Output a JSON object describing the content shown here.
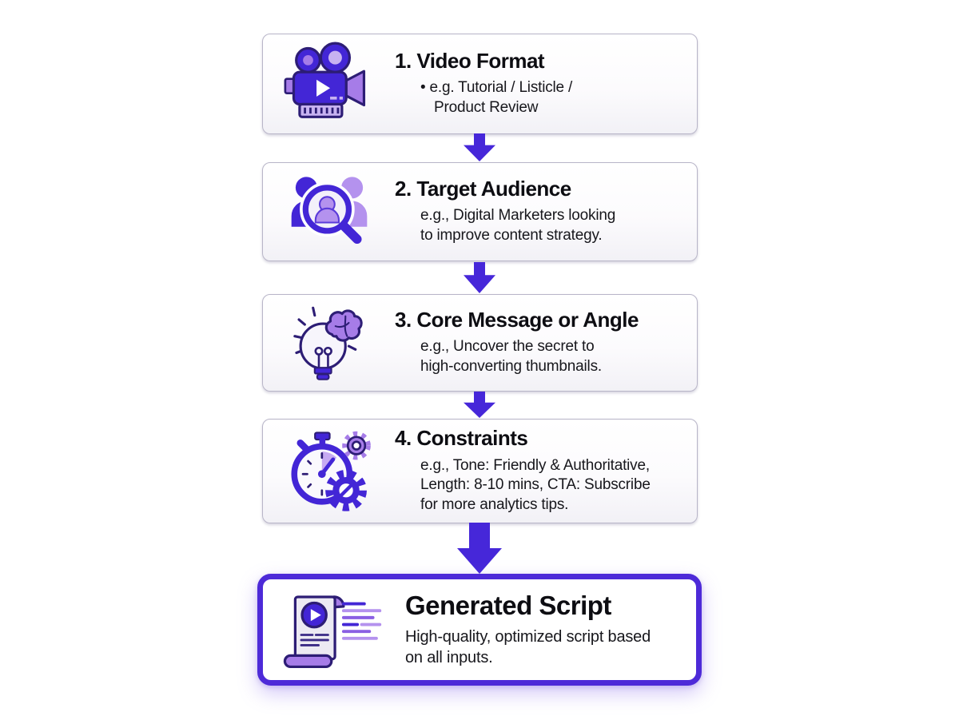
{
  "page": {
    "background": "#ffffff",
    "type": "flow-diagram"
  },
  "colors": {
    "accent_arrow": "#4627d9",
    "icon_deep_purple": "#4326d6",
    "icon_light_purple": "#a67ce8",
    "icon_pale_purple": "#c7b2f1",
    "icon_outline": "#2d1d75",
    "step_box_border": "#b8b5c8",
    "result_box_border": "#4d2ad8",
    "title_text": "#0d0d12",
    "body_text": "#17171c"
  },
  "steps": [
    {
      "title": "1. Video Format",
      "lines": [
        "• e.g. Tutorial / Listicle /",
        "Product Review"
      ],
      "icon": "video-camera-icon"
    },
    {
      "title": "2. Target Audience",
      "lines": [
        "e.g., Digital Marketers looking",
        "to improve content strategy."
      ],
      "icon": "audience-search-icon"
    },
    {
      "title": "3. Core Message or Angle",
      "lines": [
        "e.g., Uncover the secret to",
        "high-converting thumbnails."
      ],
      "icon": "idea-lightbulb-brain-icon"
    },
    {
      "title": "4. Constraints",
      "lines": [
        "e.g., Tone: Friendly & Authoritative,",
        "Length: 8-10 mins, CTA: Subscribe",
        "for more analytics tips."
      ],
      "icon": "stopwatch-gears-icon"
    }
  ],
  "result": {
    "title": "Generated Script",
    "lines": [
      "High-quality, optimized script based",
      "on all inputs."
    ],
    "icon": "script-scroll-icon"
  },
  "flow": {
    "direction": "down",
    "arrow_count": 4
  }
}
